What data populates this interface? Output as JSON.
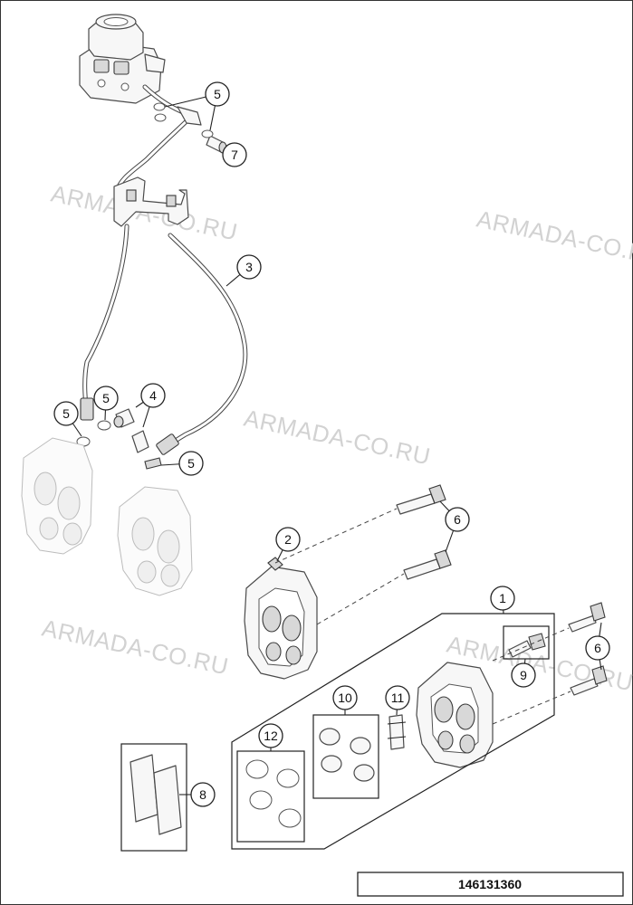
{
  "watermark": "ARMADA-CO.RU",
  "diagram_number": "146131360",
  "callouts": [
    {
      "id": "c1",
      "label": "1"
    },
    {
      "id": "c2",
      "label": "2"
    },
    {
      "id": "c3",
      "label": "3"
    },
    {
      "id": "c4",
      "label": "4"
    },
    {
      "id": "c5a",
      "label": "5"
    },
    {
      "id": "c5b",
      "label": "5"
    },
    {
      "id": "c5c",
      "label": "5"
    },
    {
      "id": "c5d",
      "label": "5"
    },
    {
      "id": "c6a",
      "label": "6"
    },
    {
      "id": "c6b",
      "label": "6"
    },
    {
      "id": "c7",
      "label": "7"
    },
    {
      "id": "c8",
      "label": "8"
    },
    {
      "id": "c9",
      "label": "9"
    },
    {
      "id": "c10",
      "label": "10"
    },
    {
      "id": "c11",
      "label": "11"
    },
    {
      "id": "c12",
      "label": "12"
    }
  ]
}
